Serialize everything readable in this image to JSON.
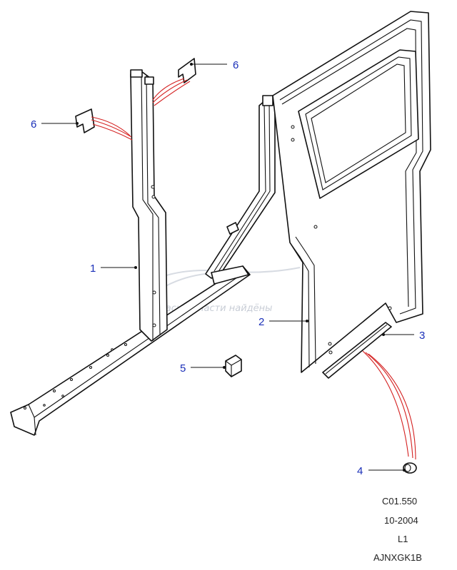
{
  "callouts": {
    "c1": "1",
    "c2": "2",
    "c3": "3",
    "c4": "4",
    "c5": "5",
    "c6a": "6",
    "c6b": "6"
  },
  "codes": {
    "line1": "C01.550",
    "line2": "10-2004",
    "line3": "L1",
    "line4": "AJNXGK1B"
  },
  "watermark": {
    "line2": "Запасные части найдёны"
  },
  "colors": {
    "callout": "#1a2fb8",
    "leader_red": "#d42020",
    "line": "#111111",
    "background": "#ffffff"
  }
}
